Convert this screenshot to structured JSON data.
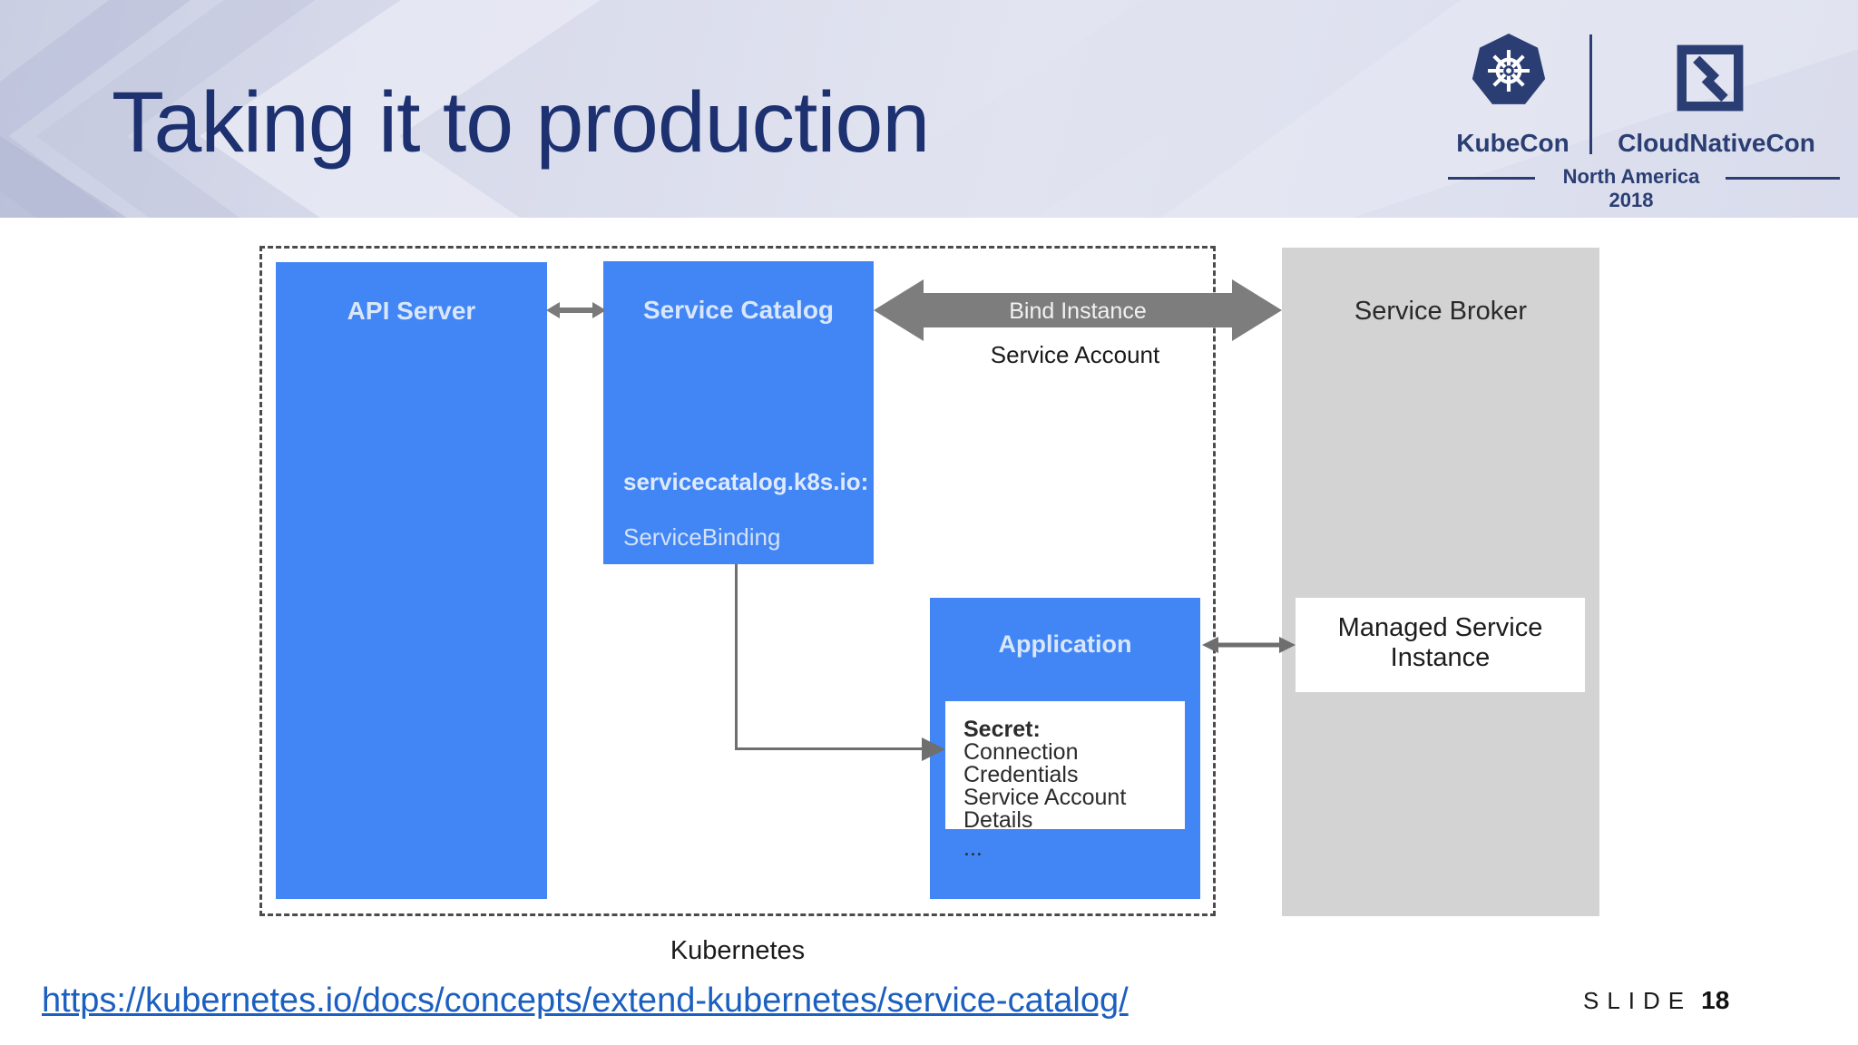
{
  "slide": {
    "title": "Taking it to production"
  },
  "branding": {
    "kubecon": "KubeCon",
    "cloudnativecon": "CloudNativeCon",
    "event": "North America 2018",
    "navy": "#2b3e73"
  },
  "diagram": {
    "cluster_label": "Kubernetes",
    "api_server": {
      "label": "API Server"
    },
    "service_catalog": {
      "label": "Service Catalog",
      "api_group": "servicecatalog.k8s.io:",
      "resource": "ServiceBinding"
    },
    "service_broker": {
      "label": "Service Broker"
    },
    "application": {
      "label": "Application"
    },
    "managed_service_instance": {
      "label": "Managed Service Instance"
    },
    "secret": {
      "title": "Secret:",
      "lines": [
        "Connection Credentials",
        "Service Account Details",
        "..."
      ]
    },
    "bind_arrow": {
      "label": "Bind Instance",
      "sublabel": "Service Account"
    },
    "colors": {
      "node_blue": "#4285f4",
      "broker_gray": "#d3d3d3",
      "arrow_gray": "#7d7d7d",
      "boundary_dash": "#4b4b4b"
    }
  },
  "footer": {
    "link": "https://kubernetes.io/docs/concepts/extend-kubernetes/service-catalog/",
    "slide_label": "SLIDE",
    "slide_number": "18",
    "link_color": "#1b5fc0"
  }
}
